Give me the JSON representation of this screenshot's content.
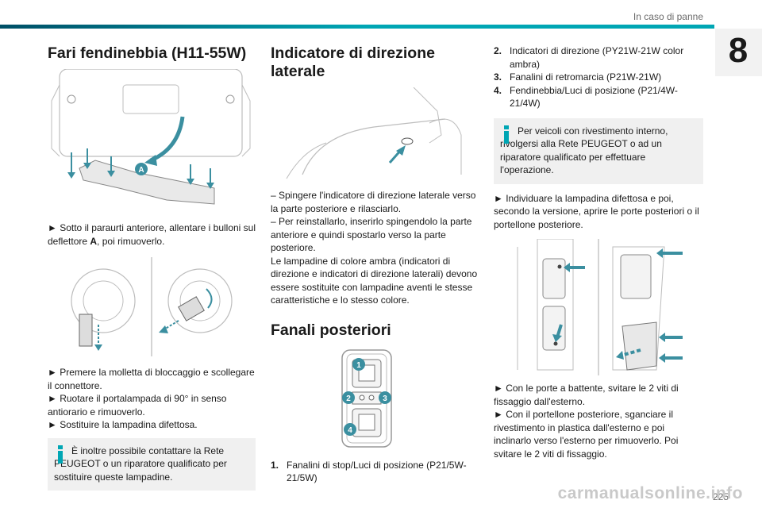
{
  "header": {
    "section_title": "In caso di panne",
    "chapter_number": "8",
    "accent_color": "#00a6b4"
  },
  "col1": {
    "title": "Fari fendinebbia (H11-55W)",
    "figure_label": "A",
    "step1": "► Sotto il paraurti anteriore, allentare i bulloni sul deflettore ",
    "step1_bold": "A",
    "step1_end": ", poi rimuoverlo.",
    "step2": "► Premere la molletta di bloccaggio e scollegare il connettore.",
    "step3": "► Ruotare il portalampada di 90° in senso antiorario e rimuoverlo.",
    "step4": "► Sostituire la lampadina difettosa.",
    "info": "È inoltre possibile contattare la Rete PEUGEOT o un riparatore qualificato per sostituire queste lampadine."
  },
  "col2": {
    "title": "Indicatore di direzione laterale",
    "line1": "– Spingere l'indicatore di direzione laterale verso la parte posteriore e rilasciarlo.",
    "line2": "– Per reinstallarlo, inserirlo spingendolo la parte anteriore e quindi spostarlo verso la parte posteriore.",
    "line3": "Le lampadine di colore ambra (indicatori di direzione e indicatori di direzione laterali) devono essere sostituite con lampadine aventi le stesse caratteristiche e lo stesso colore.",
    "title2": "Fanali posteriori",
    "lamp_labels": [
      "1",
      "2",
      "3",
      "4"
    ],
    "list_item1_num": "1.",
    "list_item1": "Fanalini di stop/Luci di posizione (P21/5W-21/5W)"
  },
  "col3": {
    "list": [
      {
        "num": "2.",
        "text": "Indicatori di direzione (PY21W-21W color ambra)"
      },
      {
        "num": "3.",
        "text": "Fanalini di retromarcia (P21W-21W)"
      },
      {
        "num": "4.",
        "text": "Fendinebbia/Luci di posizione (P21/4W-21/4W)"
      }
    ],
    "info": "Per veicoli con rivestimento interno, rivolgersi alla Rete PEUGEOT o ad un riparatore qualificato per effettuare l'operazione.",
    "step1": "► Individuare la lampadina difettosa e poi, secondo la versione, aprire le porte posteriori o il portellone posteriore.",
    "step2": "► Con le porte a battente, svitare le 2 viti di fissaggio dall'esterno.",
    "step3": "► Con il portellone posteriore, sganciare il rivestimento in plastica dall'esterno e poi inclinarlo verso l'esterno per rimuoverlo. Poi svitare le 2 viti di fissaggio."
  },
  "footer": {
    "page_number": "225",
    "watermark": "carmanualsonline.info"
  }
}
